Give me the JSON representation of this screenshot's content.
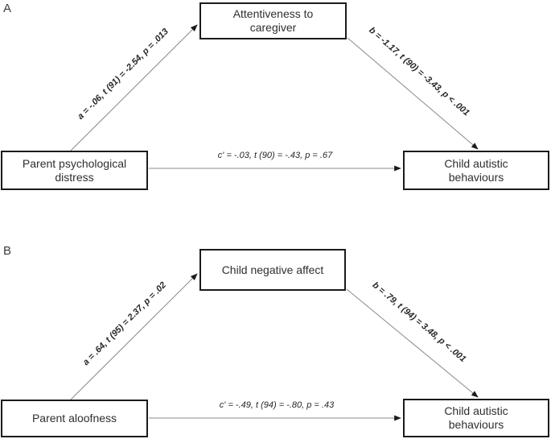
{
  "panels": [
    {
      "label": "A",
      "predictor": "Parent psychological distress",
      "mediator": "Attentiveness to caregiver",
      "outcome": "Child autistic behaviours",
      "path_a_label": "a = -.06, t (91) = -2.54, p = .013",
      "path_b_label": "b = -1.17, t (90) = -3.43, p < .001",
      "path_c_label": "c' = -.03, t (90) = -.43, p = .67"
    },
    {
      "label": "B",
      "predictor": "Parent aloofness",
      "mediator": "Child negative affect",
      "outcome": "Child autistic behaviours",
      "path_a_label": "a = .64, t (95) = 2.37, p = .02",
      "path_b_label": "b = .79, t (94) = 3.48, p < .001",
      "path_c_label": "c' = -.49, t (94) = -.80, p = .43"
    }
  ],
  "colors": {
    "background": "#ffffff",
    "box_border": "#1b1b1b",
    "arrow_line": "#8a8a8a",
    "arrowhead": "#1b1b1b",
    "text": "#2f2f2f"
  }
}
